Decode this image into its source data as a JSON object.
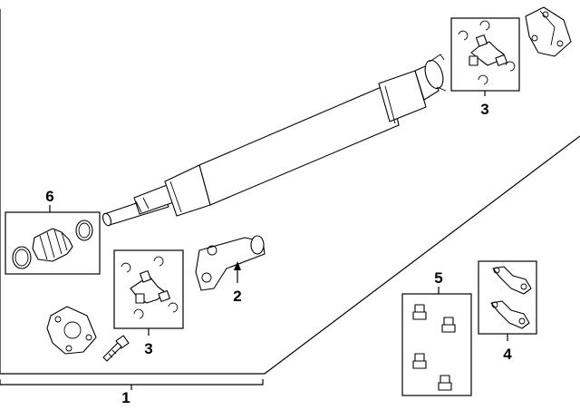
{
  "callouts": {
    "c1": "1",
    "c2": "2",
    "c3a": "3",
    "c3b": "3",
    "c4": "4",
    "c5": "5",
    "c6": "6"
  }
}
